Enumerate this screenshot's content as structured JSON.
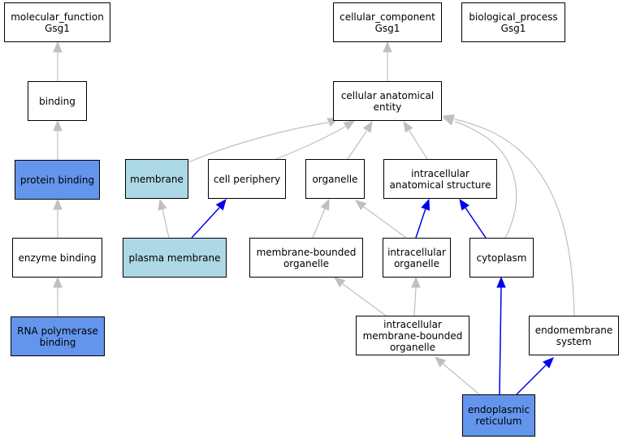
{
  "colors": {
    "gray_edge": "#C0C0C0",
    "blue_edge": "#0000EE",
    "highlight_blue": "#6495ED",
    "highlight_lightblue": "#ADD8E6",
    "border": "#000000"
  },
  "nodes": {
    "mf_root": {
      "line1": "molecular_function",
      "line2": "Gsg1",
      "style": "plain"
    },
    "cc_root": {
      "line1": "cellular_component",
      "line2": "Gsg1",
      "style": "plain"
    },
    "bp_root": {
      "line1": "biological_process",
      "line2": "Gsg1",
      "style": "plain"
    },
    "binding": {
      "line1": "binding",
      "style": "plain"
    },
    "protein_binding": {
      "line1": "protein binding",
      "style": "blue"
    },
    "enzyme_binding": {
      "line1": "enzyme binding",
      "style": "plain"
    },
    "rna_pol_binding": {
      "line1": "RNA polymerase",
      "line2": "binding",
      "style": "blue"
    },
    "cell_anat_entity": {
      "line1": "cellular anatomical",
      "line2": "entity",
      "style": "plain"
    },
    "membrane": {
      "line1": "membrane",
      "style": "lightblue"
    },
    "cell_periphery": {
      "line1": "cell periphery",
      "style": "plain"
    },
    "organelle": {
      "line1": "organelle",
      "style": "plain"
    },
    "intracell_anat": {
      "line1": "intracellular",
      "line2": "anatomical structure",
      "style": "plain"
    },
    "plasma_membrane": {
      "line1": "plasma membrane",
      "style": "lightblue"
    },
    "membrane_bounded": {
      "line1": "membrane-bounded",
      "line2": "organelle",
      "style": "plain"
    },
    "intracell_organelle": {
      "line1": "intracellular",
      "line2": "organelle",
      "style": "plain"
    },
    "cytoplasm": {
      "line1": "cytoplasm",
      "style": "plain"
    },
    "intracell_mb_organelle": {
      "line1": "intracellular",
      "line2": "membrane-bounded",
      "line3": "organelle",
      "style": "plain"
    },
    "endomembrane": {
      "line1": "endomembrane",
      "line2": "system",
      "style": "plain"
    },
    "er": {
      "line1": "endoplasmic",
      "line2": "reticulum",
      "style": "blue"
    }
  },
  "edges": [
    {
      "from": "binding",
      "to": "mf_root",
      "color": "gray"
    },
    {
      "from": "protein_binding",
      "to": "binding",
      "color": "gray"
    },
    {
      "from": "enzyme_binding",
      "to": "protein_binding",
      "color": "gray"
    },
    {
      "from": "rna_pol_binding",
      "to": "enzyme_binding",
      "color": "gray"
    },
    {
      "from": "cell_anat_entity",
      "to": "cc_root",
      "color": "gray"
    },
    {
      "from": "membrane",
      "to": "cell_anat_entity",
      "color": "gray"
    },
    {
      "from": "cell_periphery",
      "to": "cell_anat_entity",
      "color": "gray"
    },
    {
      "from": "organelle",
      "to": "cell_anat_entity",
      "color": "gray"
    },
    {
      "from": "intracell_anat",
      "to": "cell_anat_entity",
      "color": "gray"
    },
    {
      "from": "cytoplasm",
      "to": "cell_anat_entity",
      "color": "gray"
    },
    {
      "from": "endomembrane",
      "to": "cell_anat_entity",
      "color": "gray"
    },
    {
      "from": "plasma_membrane",
      "to": "membrane",
      "color": "gray"
    },
    {
      "from": "plasma_membrane",
      "to": "cell_periphery",
      "color": "blue"
    },
    {
      "from": "membrane_bounded",
      "to": "organelle",
      "color": "gray"
    },
    {
      "from": "intracell_organelle",
      "to": "organelle",
      "color": "gray"
    },
    {
      "from": "intracell_organelle",
      "to": "intracell_anat",
      "color": "blue"
    },
    {
      "from": "cytoplasm",
      "to": "intracell_anat",
      "color": "blue"
    },
    {
      "from": "intracell_mb_organelle",
      "to": "membrane_bounded",
      "color": "gray"
    },
    {
      "from": "intracell_mb_organelle",
      "to": "intracell_organelle",
      "color": "gray"
    },
    {
      "from": "er",
      "to": "intracell_mb_organelle",
      "color": "gray"
    },
    {
      "from": "er",
      "to": "cytoplasm",
      "color": "blue"
    },
    {
      "from": "er",
      "to": "endomembrane",
      "color": "blue"
    }
  ]
}
